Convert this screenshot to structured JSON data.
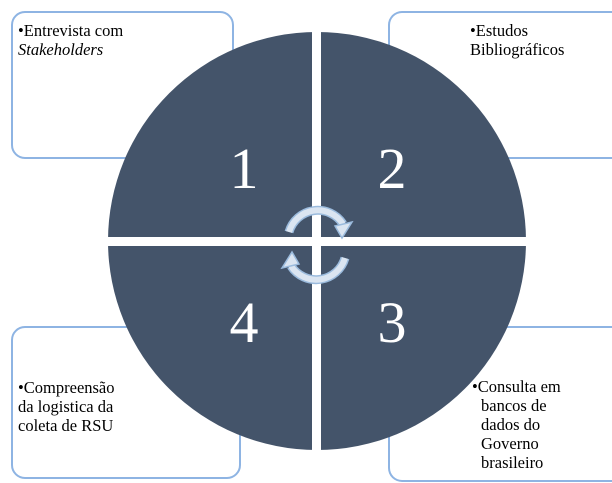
{
  "quadrants": [
    {
      "number": "1",
      "bullet": "•",
      "lines": [
        "Entrevista com"
      ],
      "italic_line": "Stakeholders"
    },
    {
      "number": "2",
      "bullet": "•",
      "lines": [
        "Estudos",
        "Bibliográficos"
      ]
    },
    {
      "number": "3",
      "bullet": "•",
      "lines": [
        "Consulta em",
        "bancos de",
        "dados do",
        "Governo",
        "brasileiro"
      ]
    },
    {
      "number": "4",
      "bullet": "•",
      "lines": [
        "Compreensão",
        "da logistica da",
        "coleta de RSU"
      ]
    }
  ],
  "colors": {
    "pie_fill": "#44546a",
    "box_border": "#8eb4e3",
    "arrow_fill": "#dbe5f1",
    "arrow_stroke": "#9bbbdd"
  },
  "center_icon": "cycle-arrows-icon"
}
